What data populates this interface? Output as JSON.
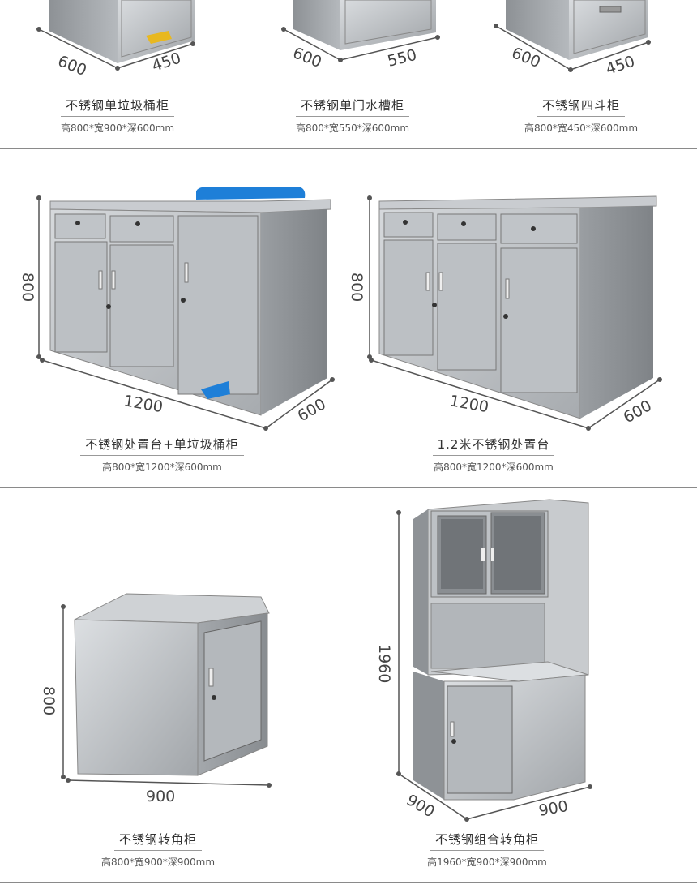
{
  "colors": {
    "steel_light": "#e4e6e8",
    "steel_mid": "#b8bcc0",
    "steel_dark": "#8e9296",
    "pedal_yellow": "#e8b820",
    "pedal_blue": "#1e7fd8",
    "separator": "#8a8a8a"
  },
  "products": [
    {
      "title": "不锈钢单垃圾桶柜",
      "spec": "高800*宽900*深600mm",
      "dims": {
        "depth": "600",
        "width": "450"
      }
    },
    {
      "title": "不锈钢单门水槽柜",
      "spec": "高800*宽550*深600mm",
      "dims": {
        "depth": "600",
        "width": "550"
      }
    },
    {
      "title": "不锈钢四斗柜",
      "spec": "高800*宽450*深600mm",
      "dims": {
        "depth": "600",
        "width": "450"
      }
    },
    {
      "title": "不锈钢处置台+单垃圾桶柜",
      "spec": "高800*宽1200*深600mm",
      "dims": {
        "height": "800",
        "width": "1200",
        "depth": "600"
      }
    },
    {
      "title": "1.2米不锈钢处置台",
      "spec": "高800*宽1200*深600mm",
      "dims": {
        "height": "800",
        "width": "1200",
        "depth": "600"
      }
    },
    {
      "title": "不锈钢转角柜",
      "spec": "高800*宽900*深900mm",
      "dims": {
        "height": "800",
        "width": "900"
      }
    },
    {
      "title": "不锈钢组合转角柜",
      "spec": "高1960*宽900*深900mm",
      "dims": {
        "height": "1960",
        "depth": "900",
        "width": "900"
      }
    }
  ]
}
